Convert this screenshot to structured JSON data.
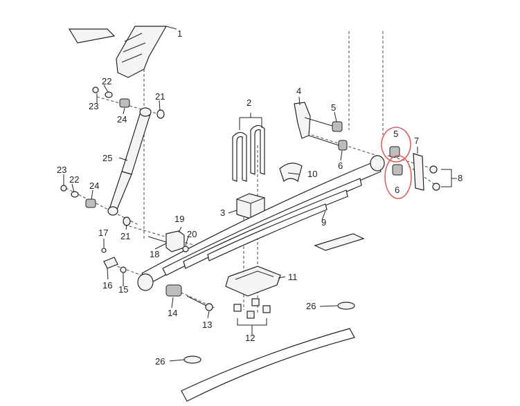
{
  "labels": {
    "l1": "1",
    "l2": "2",
    "l3": "3",
    "l4": "4",
    "l5a": "5",
    "l5b": "5",
    "l6a": "6",
    "l6b": "6",
    "l7": "7",
    "l8": "8",
    "l9": "9",
    "l10": "10",
    "l11": "11",
    "l12": "12",
    "l13": "13",
    "l14": "14",
    "l15": "15",
    "l16": "16",
    "l17": "17",
    "l18": "18",
    "l19": "19",
    "l20": "20",
    "l21a": "21",
    "l21b": "21",
    "l22a": "22",
    "l22b": "22",
    "l23a": "23",
    "l23b": "23",
    "l24a": "24",
    "l24b": "24",
    "l25": "25",
    "l26a": "26",
    "l26b": "26"
  },
  "colors": {
    "highlight": "#e06060",
    "line": "#222222"
  }
}
